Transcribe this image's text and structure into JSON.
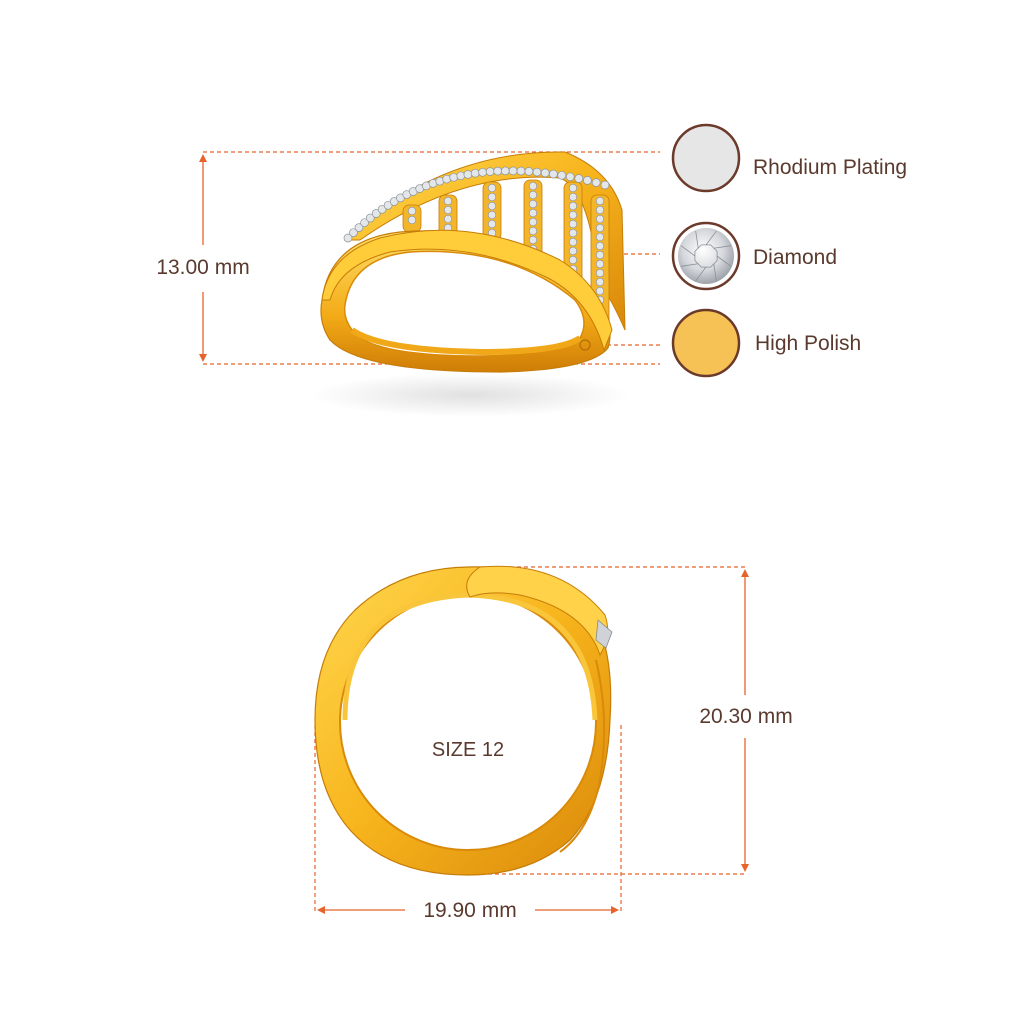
{
  "top_view": {
    "height_label": "13.00 mm"
  },
  "materials": [
    {
      "label": "Rhodium Plating",
      "icon": "rhodium-swatch-icon",
      "color": "#e6e6e6"
    },
    {
      "label": "Diamond",
      "icon": "diamond-swatch-icon",
      "color": "#cfd3d8"
    },
    {
      "label": "High Polish",
      "icon": "gold-swatch-icon",
      "color": "#f5c04e"
    }
  ],
  "front_view": {
    "size_label": "SIZE 12",
    "height_label": "20.30 mm",
    "width_label": "19.90 mm"
  },
  "colors": {
    "dimension_line": "#e8632b",
    "text": "#5a3a2e",
    "swatch_ring": "#6b3a2a",
    "gold_light": "#ffd04a",
    "gold": "#f5b21e",
    "gold_dark": "#d98a0a"
  }
}
